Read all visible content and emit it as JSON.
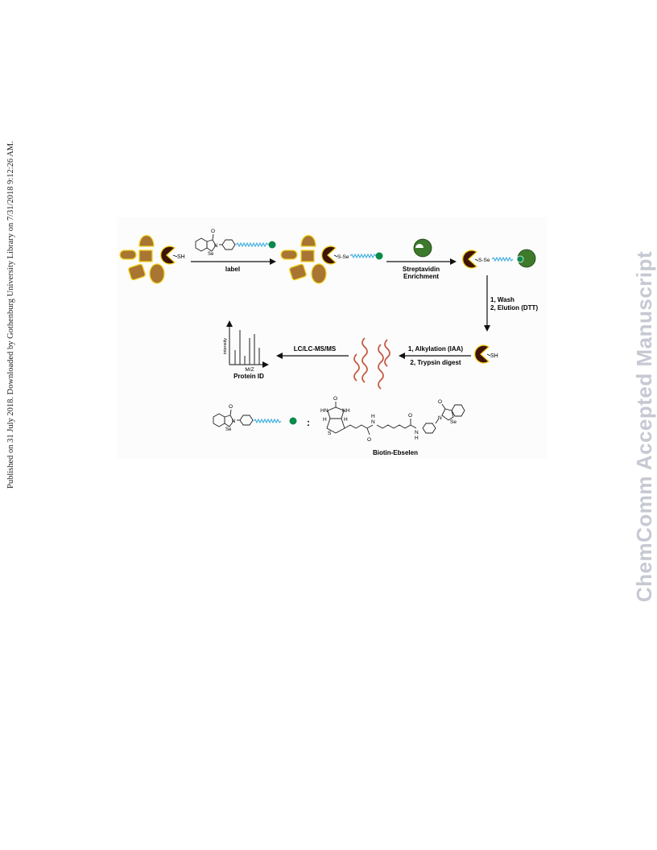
{
  "side_note": "Published on 31 July 2018. Downloaded by Gothenburg University Library on 7/31/2018 9:12:26 AM.",
  "watermark": "ChemComm Accepted Manuscript",
  "figure": {
    "sh_label": "SH",
    "se_label": "Se",
    "s_se_label": "S-Se",
    "label_step": "label",
    "enrichment_line1": "Streptavidin",
    "enrichment_line2": "Enrichment",
    "wash_line1": "1, Wash",
    "wash_line2": "2, Elution (DTT)",
    "alkylation_line1": "1, Alkylation (IAA)",
    "alkylation_line2": "2, Trypsin digest",
    "lcms_label": "LC/LC-MS/MS",
    "spectrum_ylabel": "intensity",
    "spectrum_xlabel": "M/Z",
    "protein_id": "Protein ID",
    "colon": ":",
    "compound_name": "Biotin-Ebselen",
    "atoms": {
      "O": "O",
      "N": "N",
      "S": "S",
      "HN": "HN",
      "NH": "NH",
      "H": "H"
    }
  },
  "colors": {
    "protein_fill": "#a87532",
    "protein_outline": "#f2d21f",
    "target_fill": "#3e1409",
    "streptavidin_fill": "#3d7a2c",
    "linker": "#3aaee0",
    "biotin_bead": "#0b8a4c",
    "peptide": "#c65a43",
    "arrow": "#111111"
  }
}
